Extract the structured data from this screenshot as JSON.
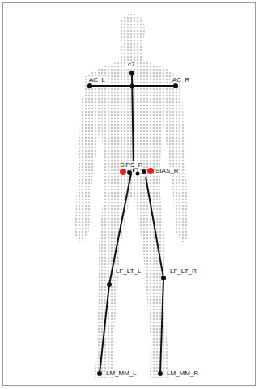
{
  "diagram": {
    "labels": [
      "c7",
      "AC_L",
      "AC_R",
      "SIPS_R",
      "SIAS_R",
      "LF_LT_L",
      "LF_LT_R",
      "LM_MM_L",
      "LM_MM_R"
    ]
  }
}
